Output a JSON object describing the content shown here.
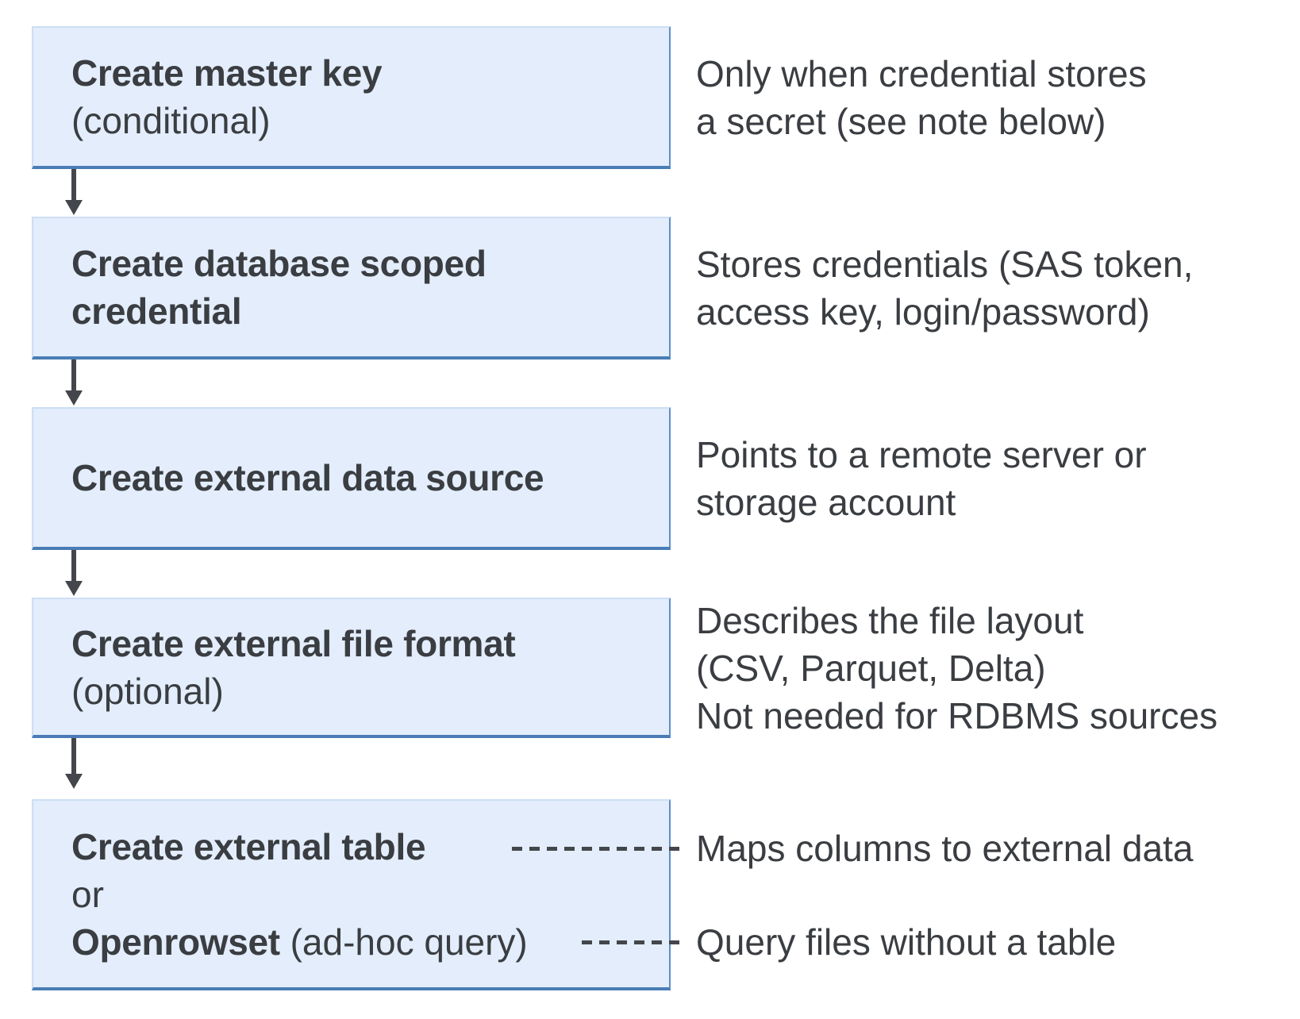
{
  "diagram": {
    "description": "Flow of steps to access external data, with explanatory notes",
    "steps": [
      {
        "title": "Create master key",
        "subtitle": "(conditional)",
        "note": "Only when credential stores\na secret (see note below)"
      },
      {
        "title": "Create database scoped credential",
        "subtitle": "",
        "note": "Stores credentials (SAS token,\naccess key, login/password)"
      },
      {
        "title": "Create external data source",
        "subtitle": "",
        "note": "Points to a remote server or\nstorage account"
      },
      {
        "title": "Create external file format",
        "subtitle": "(optional)",
        "note": "Describes the file layout\n(CSV, Parquet, Delta)\nNot needed for RDBMS sources"
      }
    ],
    "final_step": {
      "option1": "Create external table",
      "or_label": "or",
      "option2_bold": "Openrowset",
      "option2_rest": " (ad-hoc query)",
      "connector1_note": "Maps columns to external data",
      "connector2_note": "Query files without a table"
    },
    "colors": {
      "box_fill": "#e3edfb",
      "box_border_light": "#cddef5",
      "box_border_right": "#5d8fc6",
      "box_border_bottom": "#4a7db5",
      "text": "#3a3d41",
      "connector": "#43464b",
      "background": "#ffffff"
    }
  }
}
